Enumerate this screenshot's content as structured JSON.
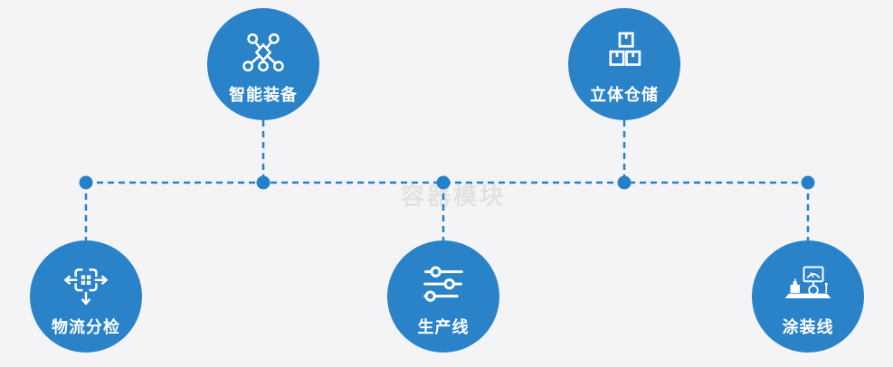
{
  "watermark": "容器模块",
  "colors": {
    "node_fill": "#2a82c8",
    "connector": "#2580ca",
    "background": "#f4f4f6",
    "watermark": "#e2e2e3",
    "icon": "#ffffff"
  },
  "nodes": [
    {
      "label": "智能装备",
      "icon": "network-nodes-icon",
      "position": "top-left"
    },
    {
      "label": "立体仓储",
      "icon": "stacked-boxes-icon",
      "position": "top-right"
    },
    {
      "label": "物流分检",
      "icon": "sort-distribute-icon",
      "position": "bottom-left"
    },
    {
      "label": "生产线",
      "icon": "sliders-icon",
      "position": "bottom-middle"
    },
    {
      "label": "涂装线",
      "icon": "control-station-icon",
      "position": "bottom-right"
    }
  ]
}
